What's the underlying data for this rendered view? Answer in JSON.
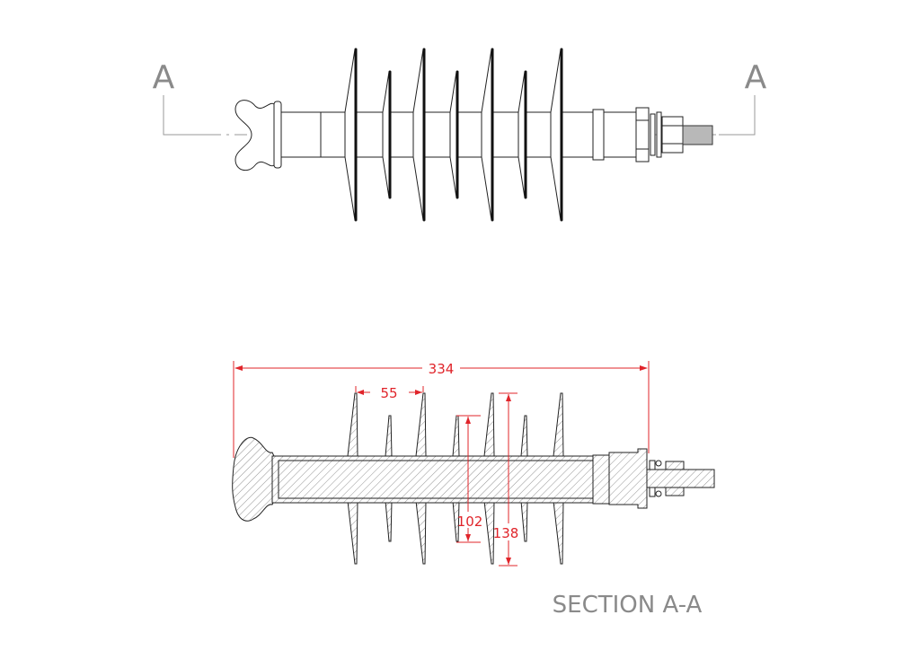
{
  "labels": {
    "section_left": "A",
    "section_right": "A",
    "section_title": "SECTION A-A"
  },
  "dimensions": {
    "overall_length": "334",
    "shed_spacing": "55",
    "small_shed_diameter": "102",
    "large_shed_diameter": "138"
  },
  "colors": {
    "dimension": "#e0242a",
    "label": "#8a8a8a",
    "line": "#222222"
  }
}
